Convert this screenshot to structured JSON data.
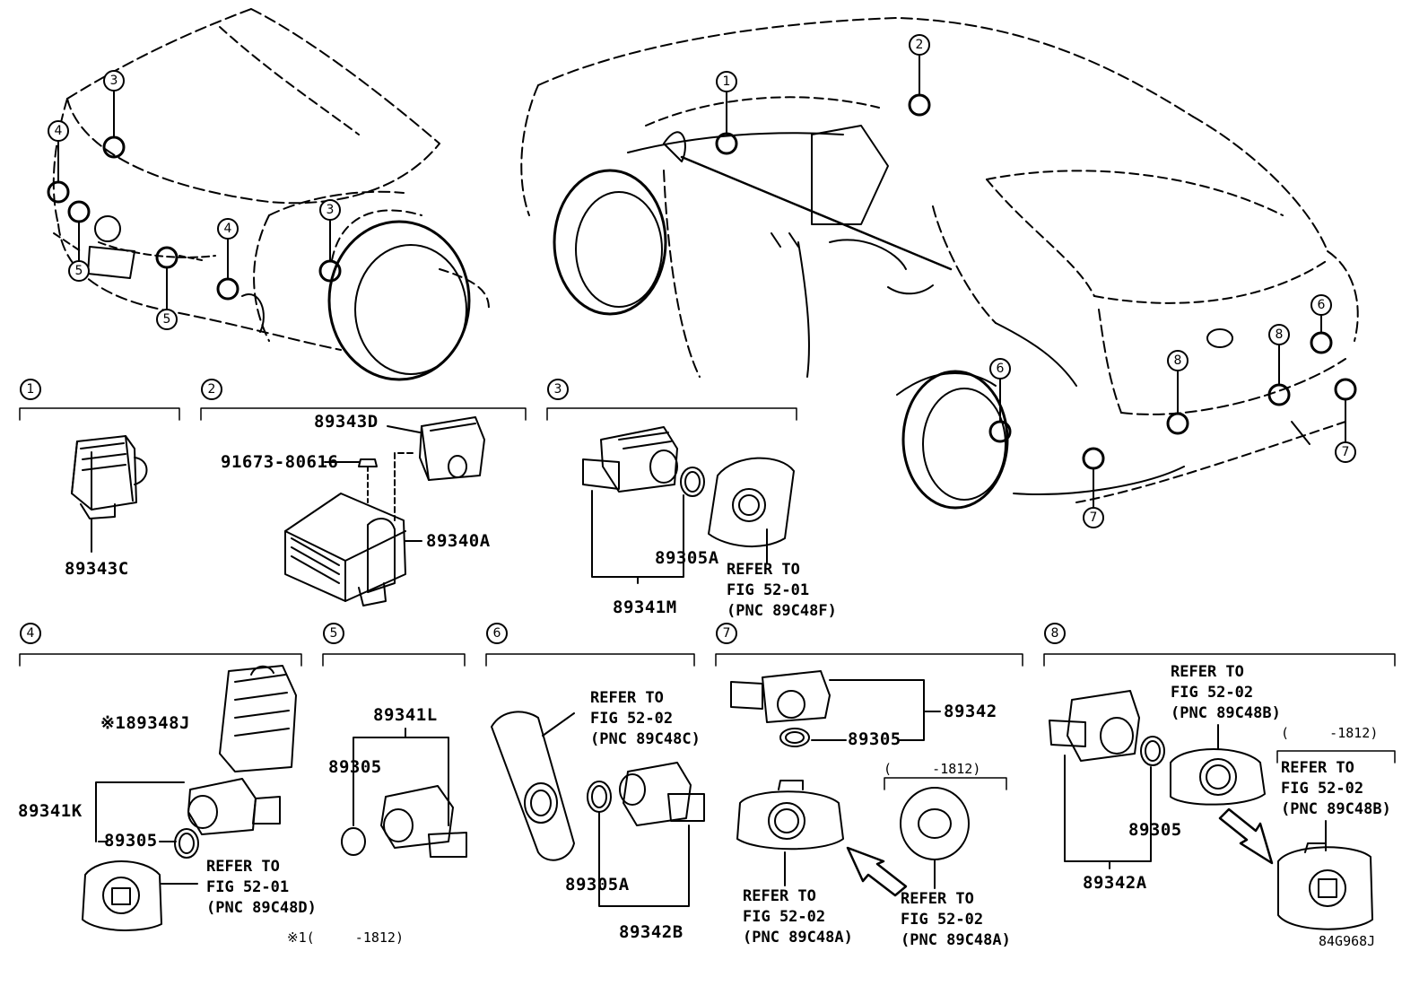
{
  "diagram_code": "84G968J",
  "callouts": [
    "1",
    "2",
    "3",
    "4",
    "5",
    "6",
    "7",
    "8"
  ],
  "sections": {
    "s1": {
      "num": "1",
      "parts": {
        "sensor": "89343C"
      }
    },
    "s2": {
      "num": "2",
      "parts": {
        "upper": "89343D",
        "bolt": "91673-80616",
        "computer": "89340A"
      }
    },
    "s3": {
      "num": "3",
      "parts": {
        "ring": "89305A",
        "sensor": "89341M"
      },
      "refer": [
        "REFER TO",
        "FIG 52-01",
        "(PNC 89C48F)"
      ]
    },
    "s4": {
      "num": "4",
      "parts": {
        "retainer": "※189348J",
        "sensor": "89341K",
        "ring": "89305"
      },
      "refer": [
        "REFER TO",
        "FIG 52-01",
        "(PNC 89C48D)"
      ],
      "note": "※1(     -1812)"
    },
    "s5": {
      "num": "5",
      "parts": {
        "sensor": "89341L",
        "ring": "89305"
      }
    },
    "s6": {
      "num": "6",
      "parts": {
        "ring": "89305A",
        "sensor": "89342B"
      },
      "refer": [
        "REFER TO",
        "FIG 52-02",
        "(PNC 89C48C)"
      ]
    },
    "s7": {
      "num": "7",
      "parts": {
        "sensor": "89342",
        "ring": "89305"
      },
      "refer_a": [
        "REFER TO",
        "FIG 52-02",
        "(PNC 89C48A)"
      ],
      "refer_b": [
        "REFER TO",
        "FIG 52-02",
        "(PNC 89C48A)"
      ],
      "date": "(     -1812)"
    },
    "s8": {
      "num": "8",
      "parts": {
        "ring": "89305",
        "sensor": "89342A"
      },
      "refer_a": [
        "REFER TO",
        "FIG 52-02",
        "(PNC 89C48B)"
      ],
      "refer_b": [
        "REFER TO",
        "FIG 52-02",
        "(PNC 89C48B)"
      ],
      "date": "(     -1812)"
    }
  }
}
